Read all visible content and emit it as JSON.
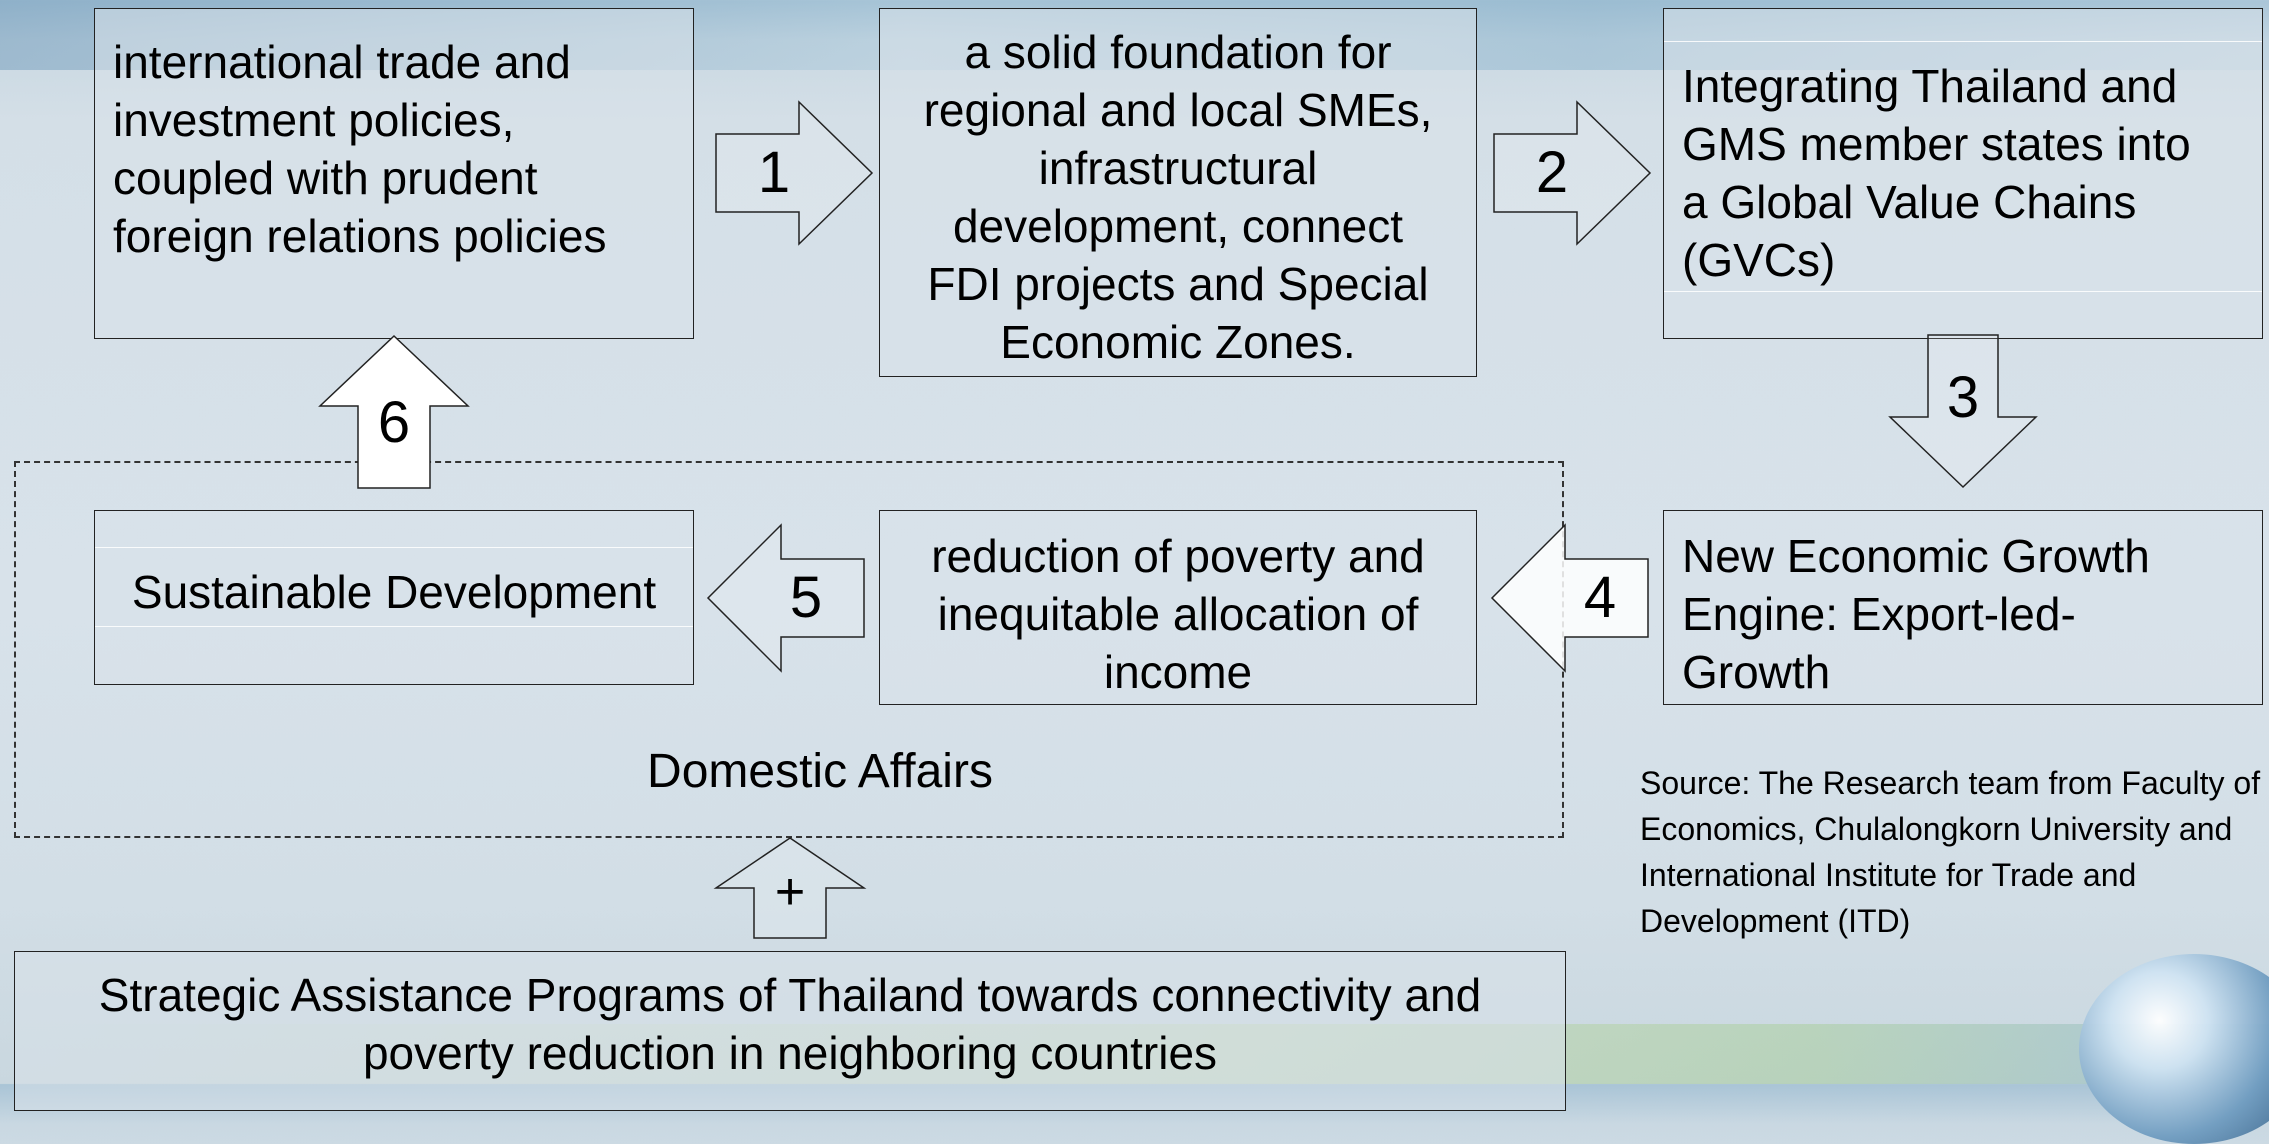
{
  "boxes": {
    "trade_policies": {
      "lines": [
        "international trade and",
        "investment policies,",
        "coupled with prudent",
        "foreign relations policies"
      ]
    },
    "solid_foundation": {
      "lines": [
        "a solid foundation for",
        "regional and local SMEs,",
        "infrastructural",
        "development, connect",
        "FDI projects and Special",
        "Economic Zones."
      ]
    },
    "gvc_integration": {
      "lines": [
        "Integrating Thailand and",
        "GMS member states into",
        "a Global Value Chains",
        "(GVCs)"
      ]
    },
    "growth_engine": {
      "lines": [
        "New Economic Growth",
        "Engine: Export-led-",
        "Growth"
      ]
    },
    "poverty_reduction": {
      "lines": [
        "reduction of poverty and",
        "inequitable allocation of",
        "income"
      ]
    },
    "sustainable_development": {
      "lines": [
        "Sustainable Development"
      ]
    },
    "assistance_programs": {
      "lines": [
        "Strategic Assistance Programs of Thailand towards connectivity and",
        "poverty reduction in neighboring countries"
      ]
    }
  },
  "arrows": {
    "a1": "1",
    "a2": "2",
    "a3": "3",
    "a4": "4",
    "a5": "5",
    "a6": "6",
    "plus": "+"
  },
  "domestic_label": "Domestic Affairs",
  "source": {
    "lines": [
      "Source: The Research team from Faculty of",
      "Economics, Chulalongkorn University and",
      "International Institute for Trade and",
      "Development (ITD)"
    ]
  }
}
